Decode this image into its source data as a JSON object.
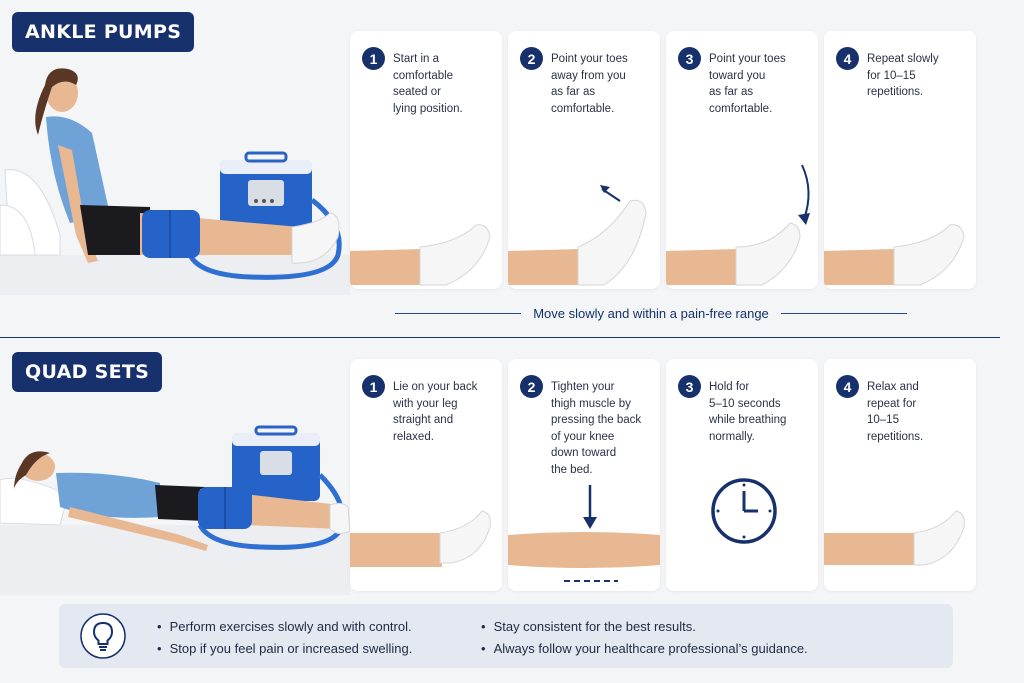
{
  "sections": {
    "ankle_pumps": {
      "title": "ANKLE PUMPS",
      "steps": [
        {
          "num": "1",
          "text": "Start in a\ncomfortable\nseated or\nlying position."
        },
        {
          "num": "2",
          "text": "Point your toes\naway from you\nas far as\ncomfortable."
        },
        {
          "num": "3",
          "text": "Point your toes\ntoward you\nas far as\ncomfortable."
        },
        {
          "num": "4",
          "text": "Repeat slowly\nfor 10–15\nrepetitions."
        }
      ],
      "note": "Move slowly and within a pain-free range"
    },
    "quad_sets": {
      "title": "QUAD SETS",
      "steps": [
        {
          "num": "1",
          "text": "Lie on your back\nwith your leg\nstraight and\nrelaxed."
        },
        {
          "num": "2",
          "text": "Tighten your\nthigh muscle by\npressing the back\nof your knee\ndown toward\nthe bed."
        },
        {
          "num": "3",
          "text": "Hold for\n5–10 seconds\nwhile breathing\nnormally."
        },
        {
          "num": "4",
          "text": "Relax and\nrepeat for\n10–15\nrepetitions."
        }
      ]
    }
  },
  "tips": {
    "left": [
      "Perform exercises slowly and with control.",
      "Stop if you feel pain or increased swelling."
    ],
    "right": [
      "Stay consistent for the best results.",
      "Always follow your healthcare professional’s guidance."
    ]
  },
  "colors": {
    "navy": "#16316b",
    "device_blue": "#2563c9",
    "shirt_blue": "#6fa3d8",
    "skin": "#e8b893",
    "sock": "#f6f6f6"
  },
  "icons": {
    "tips": "lightbulb-icon",
    "hold": "clock-icon",
    "press": "arrow-down-icon"
  }
}
